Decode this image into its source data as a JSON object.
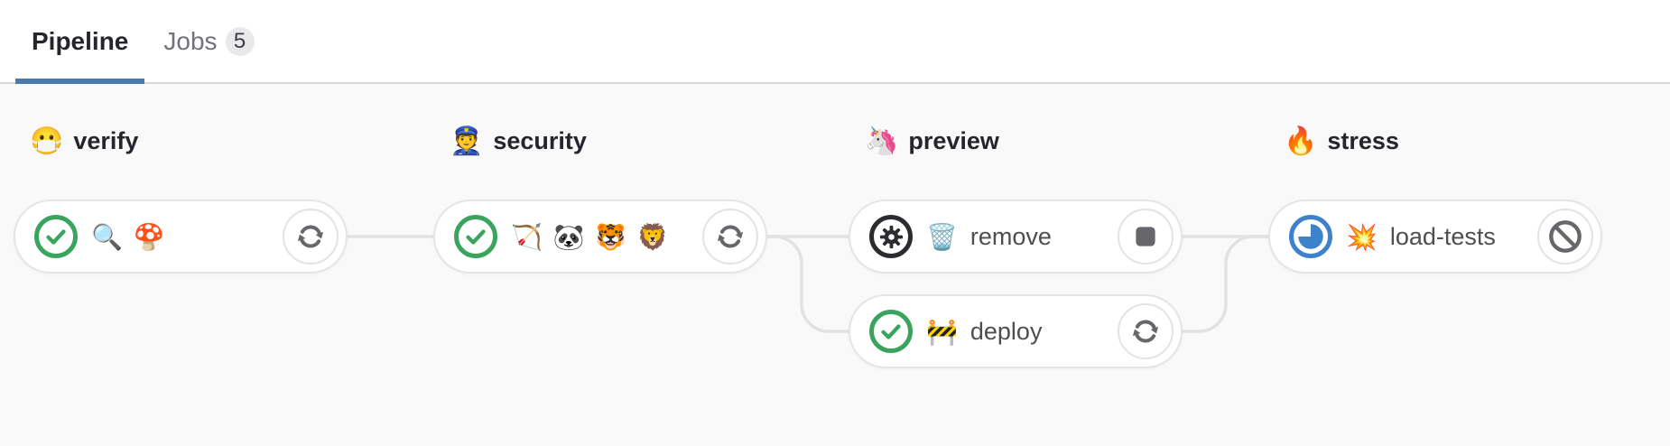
{
  "tabs": {
    "pipeline_label": "Pipeline",
    "jobs_label": "Jobs",
    "jobs_count": "5"
  },
  "pipeline": {
    "stages": [
      {
        "emoji": "😷",
        "name": "verify",
        "jobs": [
          {
            "emoji": "🔍 🍄",
            "label": "",
            "status": "success",
            "action": "retry"
          }
        ]
      },
      {
        "emoji": "👮",
        "name": "security",
        "jobs": [
          {
            "emoji": "🏹 🐼 🐯 🦁",
            "label": "",
            "status": "success",
            "action": "retry"
          }
        ]
      },
      {
        "emoji": "🦄",
        "name": "preview",
        "jobs": [
          {
            "emoji": "🗑️",
            "label": "remove",
            "status": "manual",
            "action": "stop"
          },
          {
            "emoji": "🚧",
            "label": "deploy",
            "status": "success",
            "action": "retry"
          }
        ]
      },
      {
        "emoji": "🔥",
        "name": "stress",
        "jobs": [
          {
            "emoji": "💥",
            "label": "load-tests",
            "status": "running",
            "action": "cancel"
          }
        ]
      }
    ]
  },
  "colors": {
    "success_green": "#3aa45f",
    "manual_black": "#2b2b30",
    "running_blue": "#3e82cc",
    "tab_indicator_blue": "#4a79ad",
    "connector_gray": "#e2e2e2",
    "action_icon_gray": "#66666b"
  }
}
